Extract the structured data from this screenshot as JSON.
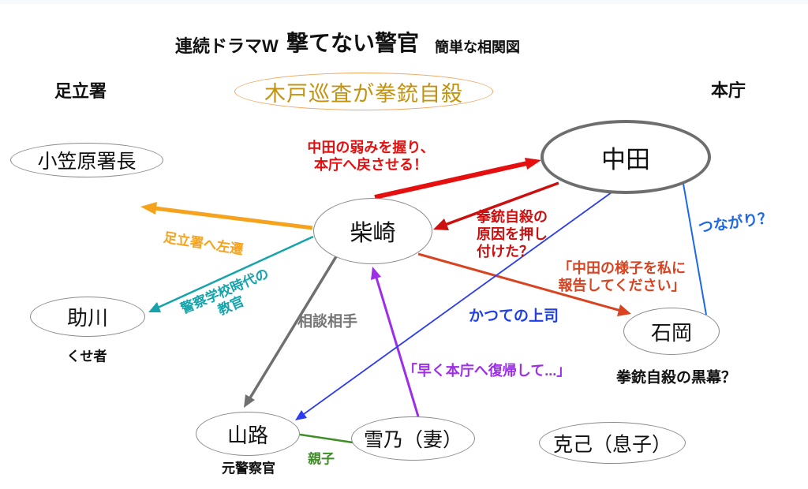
{
  "title": {
    "series": "連続ドラマW",
    "main": "撃てない警官",
    "sub": "簡単な相関図"
  },
  "regions": {
    "left": "足立署",
    "right": "本庁"
  },
  "banner": {
    "text": "木戸巡査が拳銃自殺"
  },
  "nodes": {
    "ogasawara": {
      "label": "小笠原署長"
    },
    "nakata": {
      "label": "中田"
    },
    "shibasaki": {
      "label": "柴崎"
    },
    "sukegawa": {
      "label": "助川",
      "caption": "くせ者"
    },
    "ishioka": {
      "label": "石岡",
      "caption": "拳銃自殺の黒幕？"
    },
    "yamaji": {
      "label": "山路",
      "caption": "元警察官"
    },
    "yukino": {
      "label": "雪乃（妻）"
    },
    "katsumi": {
      "label": "克己（息子）"
    }
  },
  "edge_labels": {
    "grip": {
      "lines": [
        "中田の弱みを握り、",
        "本庁へ戻させる！"
      ]
    },
    "blame": {
      "lines": [
        "拳銃自殺の",
        "原因を押し",
        "付けた？"
      ]
    },
    "report": {
      "lines": [
        "「中田の様子を私に",
        "報告してください」"
      ]
    },
    "academy": {
      "lines": [
        "警察学校時代の",
        "教官"
      ]
    },
    "demotion": "足立署へ左遷",
    "consult": "相談相手",
    "former_boss": "かつての上司",
    "return_plea": "「早く本庁へ復帰して...」",
    "connection": "つながり？",
    "parent_child": "親子"
  },
  "colors": {
    "red": "#e60f0f",
    "dark_red": "#cc1010",
    "vermilion": "#d84321",
    "orange": "#f6a21c",
    "teal": "#16a4ac",
    "gray_edge": "#6f6f6f",
    "gray_label": "#757575",
    "purple": "#9e2dea",
    "blue_line": "#2b3bf0",
    "blue_deep": "#1f3fe8",
    "blue_mid": "#1c68e8",
    "green": "#3f8d26",
    "gold": "#c3930f",
    "black": "#111111"
  }
}
